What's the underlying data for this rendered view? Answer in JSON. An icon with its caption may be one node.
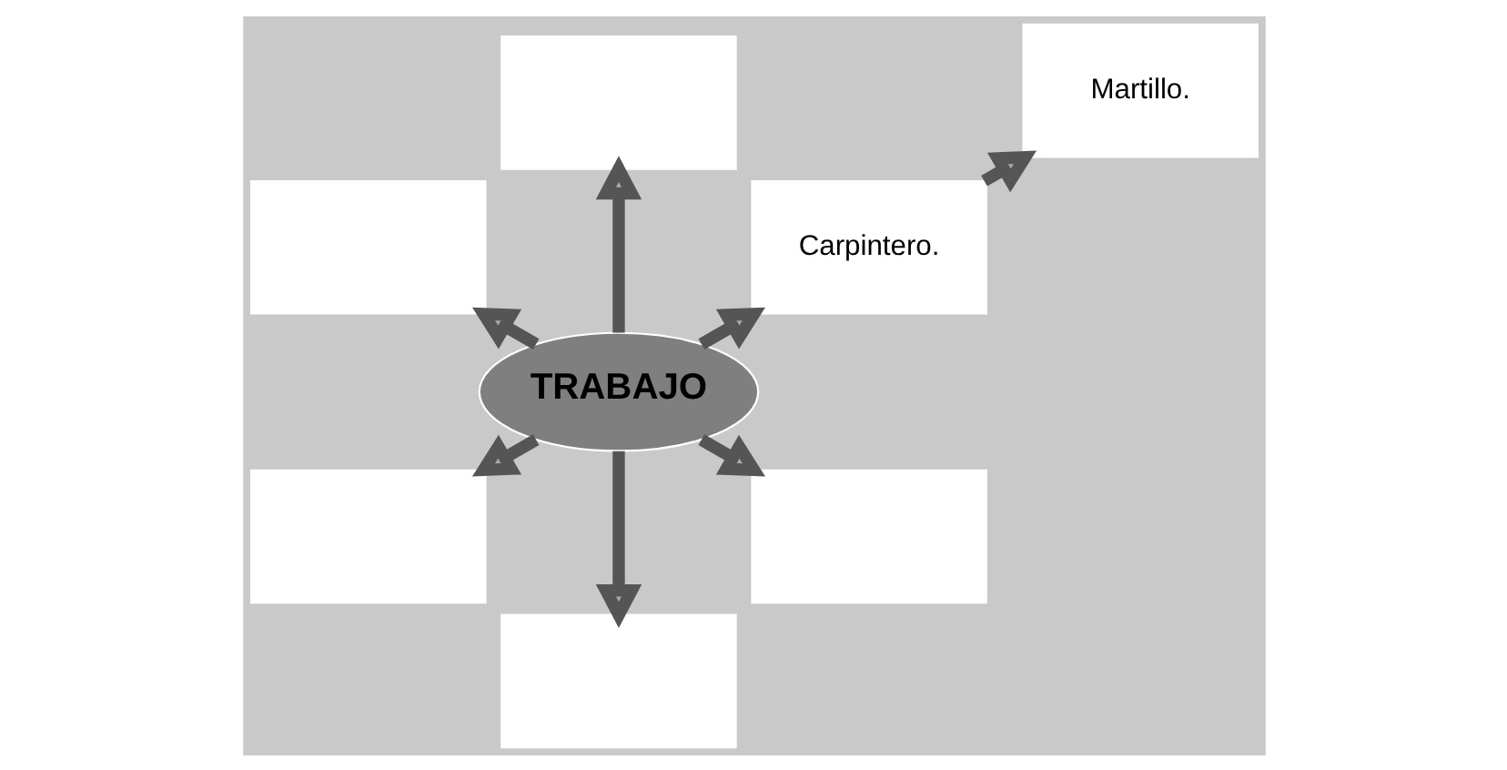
{
  "diagram": {
    "nodes": [
      {
        "text": [
          "Carpintero."
        ]
      },
      {
        "text": [],
        "shape": "box"
      },
      {
        "text": [
          "Martillo."
        ]
      },
      {
        "text": [],
        "shape": "box"
      },
      {
        "text": [
          "TRABAJO"
        ]
      },
      {
        "text": [],
        "shape": "box"
      },
      {
        "text": [],
        "shape": "box"
      },
      {
        "text": [],
        "shape": "box"
      }
    ],
    "edges": [
      {
        "from": 4,
        "to": 0,
        "arrow": "to"
      },
      {
        "from": 0,
        "to": 2,
        "arrow": "to"
      },
      {
        "from": 4,
        "to": 1,
        "arrow": "to"
      },
      {
        "from": 4,
        "to": 3,
        "arrow": "to"
      },
      {
        "from": 4,
        "to": 5,
        "arrow": "to"
      },
      {
        "from": 4,
        "to": 6,
        "arrow": "to"
      },
      {
        "from": 4,
        "to": 7,
        "arrow": "to"
      }
    ]
  }
}
